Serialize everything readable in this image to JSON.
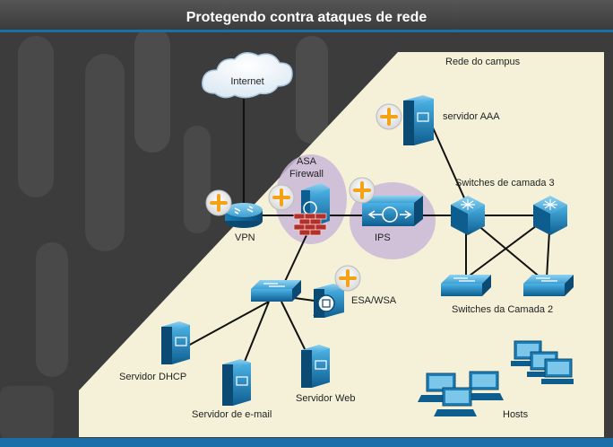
{
  "title": "Protegendo contra ataques de rede",
  "campus_label": "Rede do campus",
  "nodes": {
    "internet": "Internet",
    "aaa_server": "servidor AAA",
    "asa_firewall_line1": "ASA",
    "asa_firewall_line2": "Firewall",
    "vpn": "VPN",
    "ips": "IPS",
    "layer3_switches": "Switches de camada 3",
    "layer2_switches": "Switches da Camada 2",
    "esa_wsa": "ESA/WSA",
    "dhcp_server": "Servidor DHCP",
    "email_server": "Servidor de e-mail",
    "web_server": "Servidor Web",
    "hosts": "Hosts"
  },
  "icons": {
    "hotspot": "plus-icon"
  },
  "colors": {
    "title_bar_bottom": "#1b6fa8",
    "background_dark": "#3a3a3a",
    "campus_area": "#f4f1d8",
    "device_blue": "#1d7fb5",
    "hotspot_orange": "#f5a316",
    "highlight_lilac": "#c9b8d8"
  }
}
